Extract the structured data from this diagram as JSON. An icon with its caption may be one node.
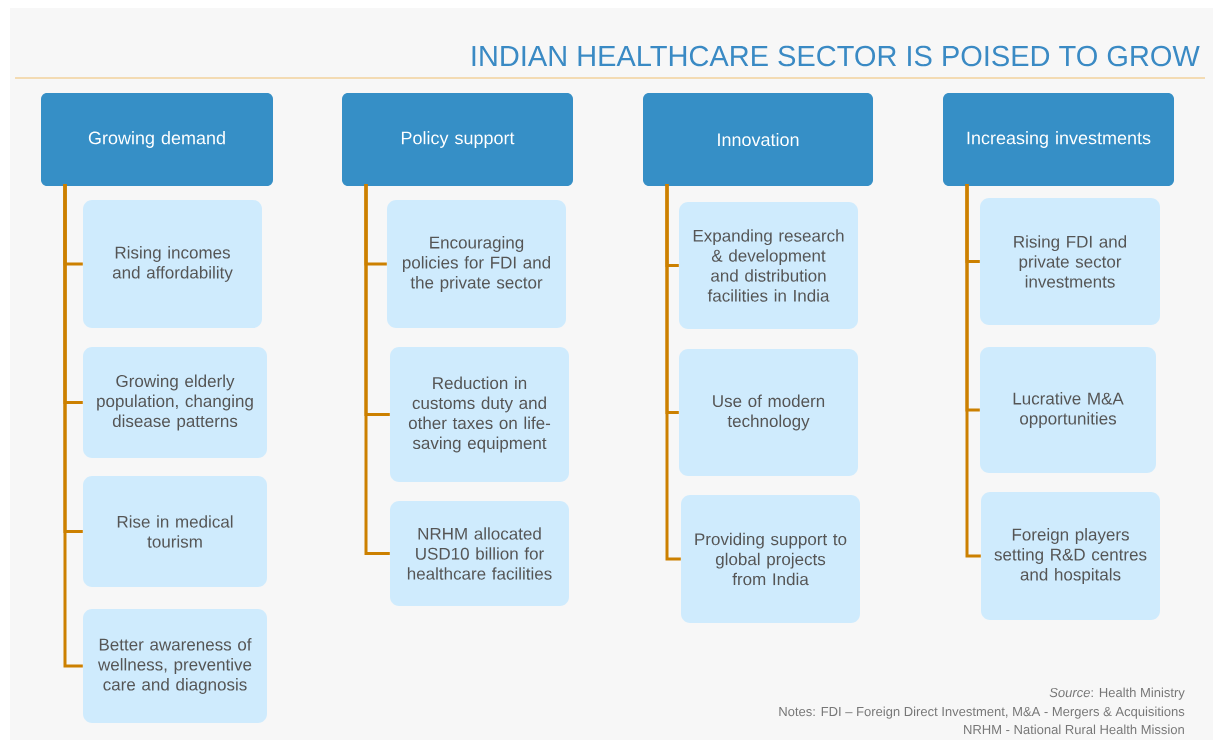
{
  "diagram": {
    "title": "INDIAN HEALTHCARE SECTOR IS POISED TO GROW",
    "nodes": [
      {
        "text": [
          "Growing demand"
        ]
      },
      {
        "text": [
          "Rising incomes and affordability"
        ]
      },
      {
        "text": [
          "Growing elderly population, changing disease patterns"
        ]
      },
      {
        "text": [
          "Rise in medical tourism"
        ]
      },
      {
        "text": [
          "Better awareness of wellness, preventive care and diagnosis"
        ]
      },
      {
        "text": [
          "Policy support"
        ]
      },
      {
        "text": [
          "Encouraging policies for FDI and the private sector"
        ]
      },
      {
        "text": [
          "Reduction in customs duty and other taxes on life-saving equipment"
        ]
      },
      {
        "text": [
          "NRHM allocated USD10 billion for healthcare facilities"
        ]
      },
      {
        "text": [
          "Innovation"
        ]
      },
      {
        "text": [
          "Expanding research & development and distribution facilities in India"
        ]
      },
      {
        "text": [
          "Use of modern technology"
        ]
      },
      {
        "text": [
          "Providing support to global projects from India"
        ]
      },
      {
        "text": [
          "Increasing investments"
        ]
      },
      {
        "text": [
          "Rising FDI and private sector investments"
        ]
      },
      {
        "text": [
          "Lucrative M&A opportunities"
        ]
      },
      {
        "text": [
          "Foreign players setting R&D centres and hospitals"
        ]
      }
    ],
    "edges": [
      {
        "from": 0,
        "to": 1,
        "arrow": "none"
      },
      {
        "from": 0,
        "to": 2,
        "arrow": "none"
      },
      {
        "from": 0,
        "to": 3,
        "arrow": "none"
      },
      {
        "from": 0,
        "to": 4,
        "arrow": "none"
      },
      {
        "from": 5,
        "to": 6,
        "arrow": "none"
      },
      {
        "from": 5,
        "to": 7,
        "arrow": "none"
      },
      {
        "from": 5,
        "to": 8,
        "arrow": "none"
      },
      {
        "from": 9,
        "to": 10,
        "arrow": "none"
      },
      {
        "from": 9,
        "to": 11,
        "arrow": "none"
      },
      {
        "from": 9,
        "to": 12,
        "arrow": "none"
      },
      {
        "from": 13,
        "to": 14,
        "arrow": "none"
      },
      {
        "from": 13,
        "to": 15,
        "arrow": "none"
      },
      {
        "from": 13,
        "to": 16,
        "arrow": "none"
      }
    ],
    "labels": [
      "*Source*: Health Ministry",
      "Notes: FDI – Foreign Direct Investment, M&A - Mergers & Acquisitions",
      "NRHM - National Rural Health Mission"
    ]
  }
}
